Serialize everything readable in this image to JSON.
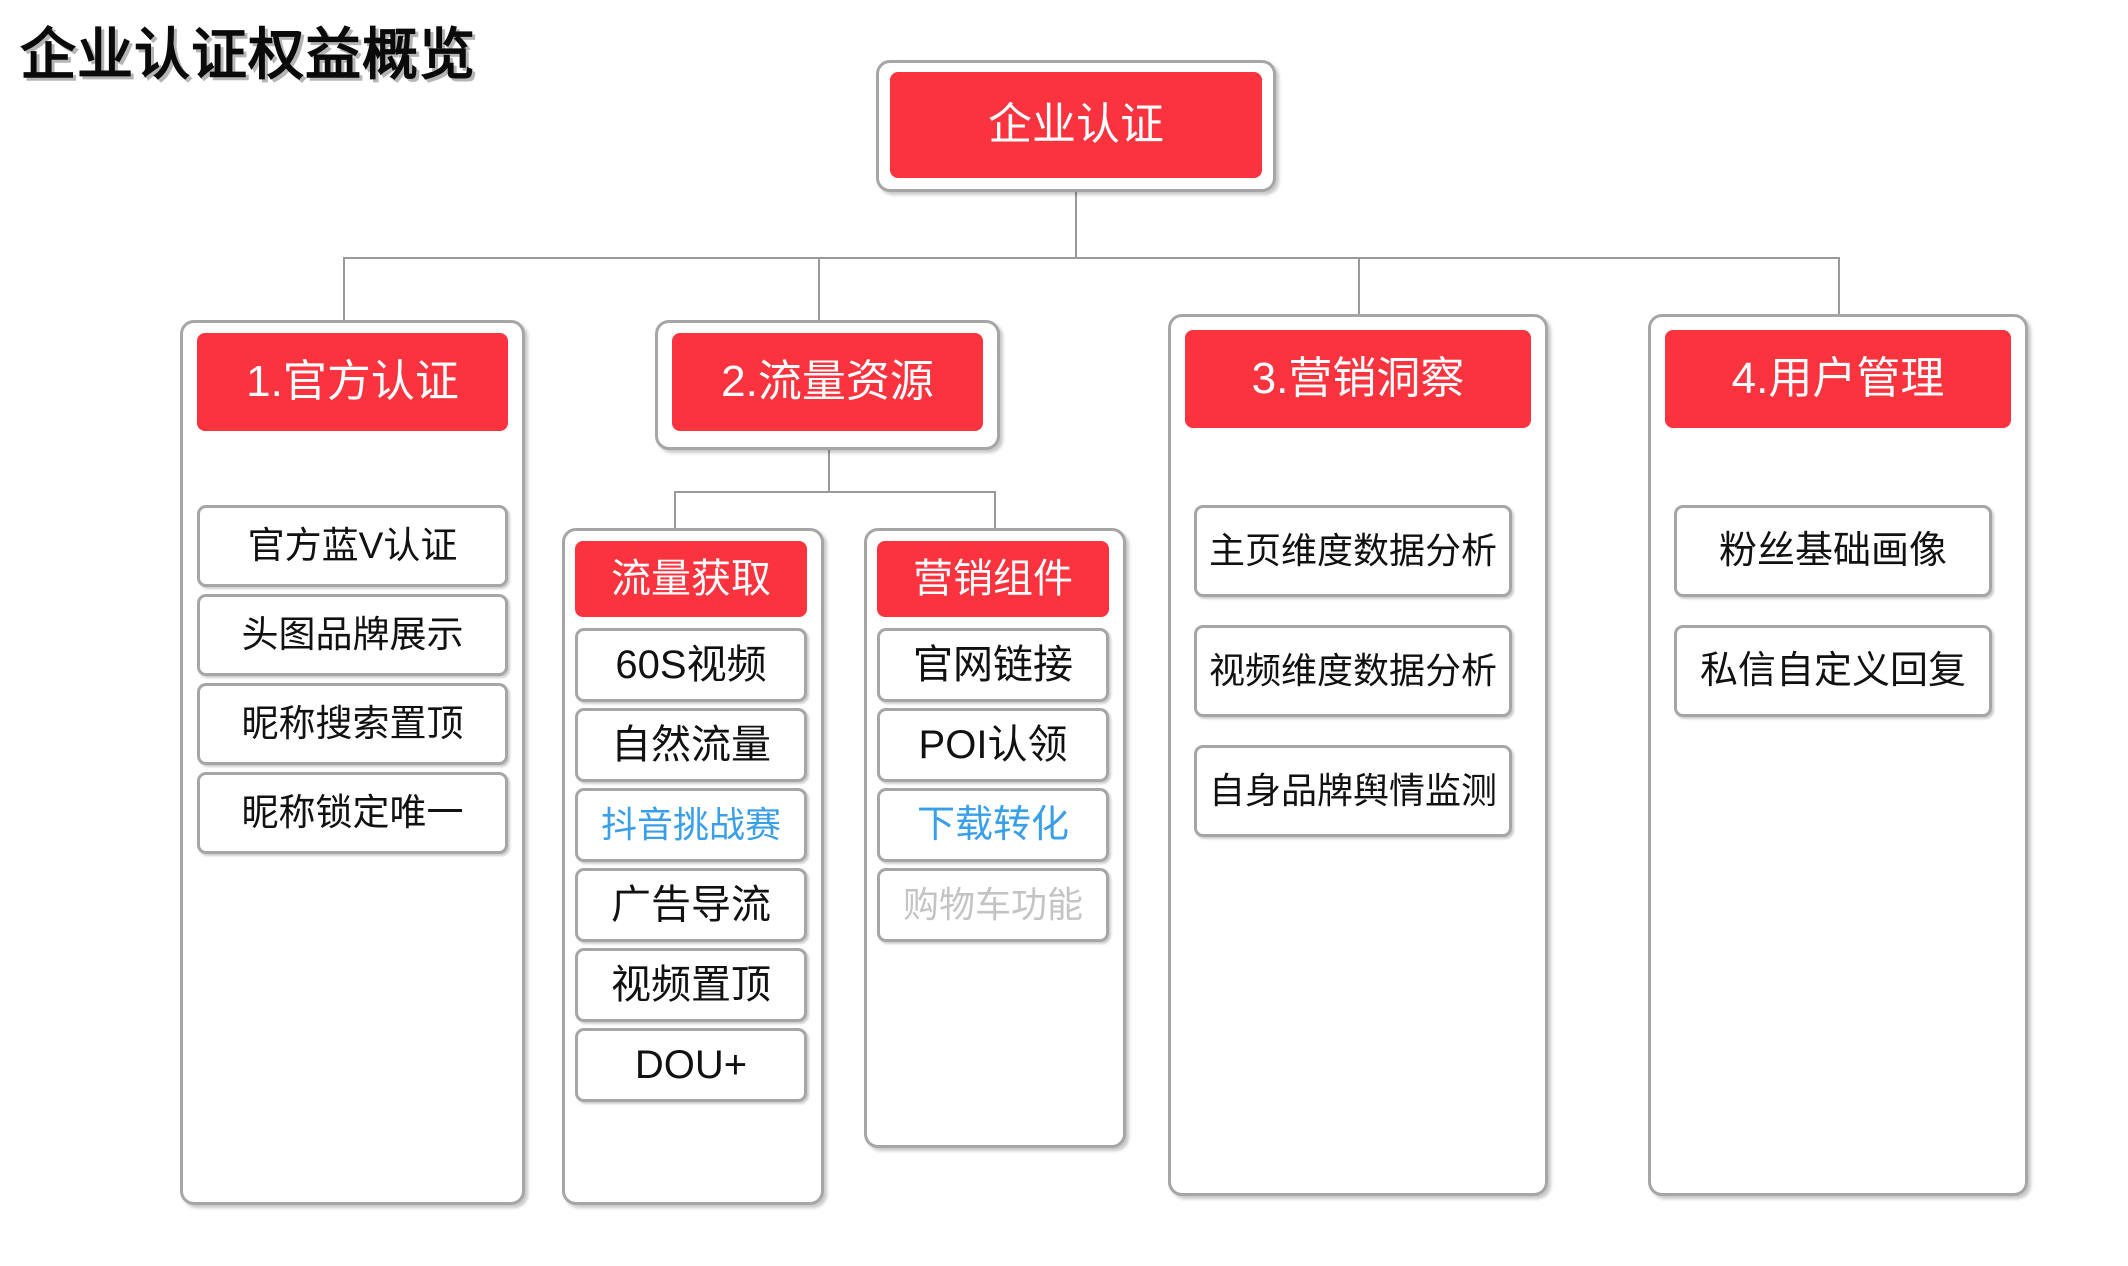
{
  "page_title": "企业认证权益概览",
  "colors": {
    "brand_red": "#fa333e",
    "link_blue": "#3a9fe8",
    "disabled_gray": "#c4c4c4",
    "border_gray": "#a6a6a6",
    "connector_gray": "#9a9a9a",
    "text_black": "#111111",
    "background": "#ffffff"
  },
  "root": {
    "label": "企业认证"
  },
  "columns": [
    {
      "id": "col1",
      "header": "1.官方认证",
      "items": [
        {
          "label": "官方蓝V认证",
          "state": "normal"
        },
        {
          "label": "头图品牌展示",
          "state": "normal"
        },
        {
          "label": "昵称搜索置顶",
          "state": "normal"
        },
        {
          "label": "昵称锁定唯一",
          "state": "normal"
        }
      ]
    },
    {
      "id": "col2",
      "header": "2.流量资源",
      "subgroups": [
        {
          "id": "sub2a",
          "header": "流量获取",
          "items": [
            {
              "label": "60S视频",
              "state": "normal"
            },
            {
              "label": "自然流量",
              "state": "normal"
            },
            {
              "label": "抖音挑战赛",
              "state": "highlight"
            },
            {
              "label": "广告导流",
              "state": "normal"
            },
            {
              "label": "视频置顶",
              "state": "normal"
            },
            {
              "label": "DOU+",
              "state": "normal"
            }
          ]
        },
        {
          "id": "sub2b",
          "header": "营销组件",
          "items": [
            {
              "label": "官网链接",
              "state": "normal"
            },
            {
              "label": "POI认领",
              "state": "normal"
            },
            {
              "label": "下载转化",
              "state": "highlight"
            },
            {
              "label": "购物车功能",
              "state": "disabled"
            }
          ]
        }
      ]
    },
    {
      "id": "col3",
      "header": "3.营销洞察",
      "items": [
        {
          "label": "主页维度数据分析",
          "state": "normal"
        },
        {
          "label": "视频维度数据分析",
          "state": "normal"
        },
        {
          "label": "自身品牌舆情监测",
          "state": "normal"
        }
      ]
    },
    {
      "id": "col4",
      "header": "4.用户管理",
      "items": [
        {
          "label": "粉丝基础画像",
          "state": "normal"
        },
        {
          "label": "私信自定义回复",
          "state": "normal"
        }
      ]
    }
  ]
}
